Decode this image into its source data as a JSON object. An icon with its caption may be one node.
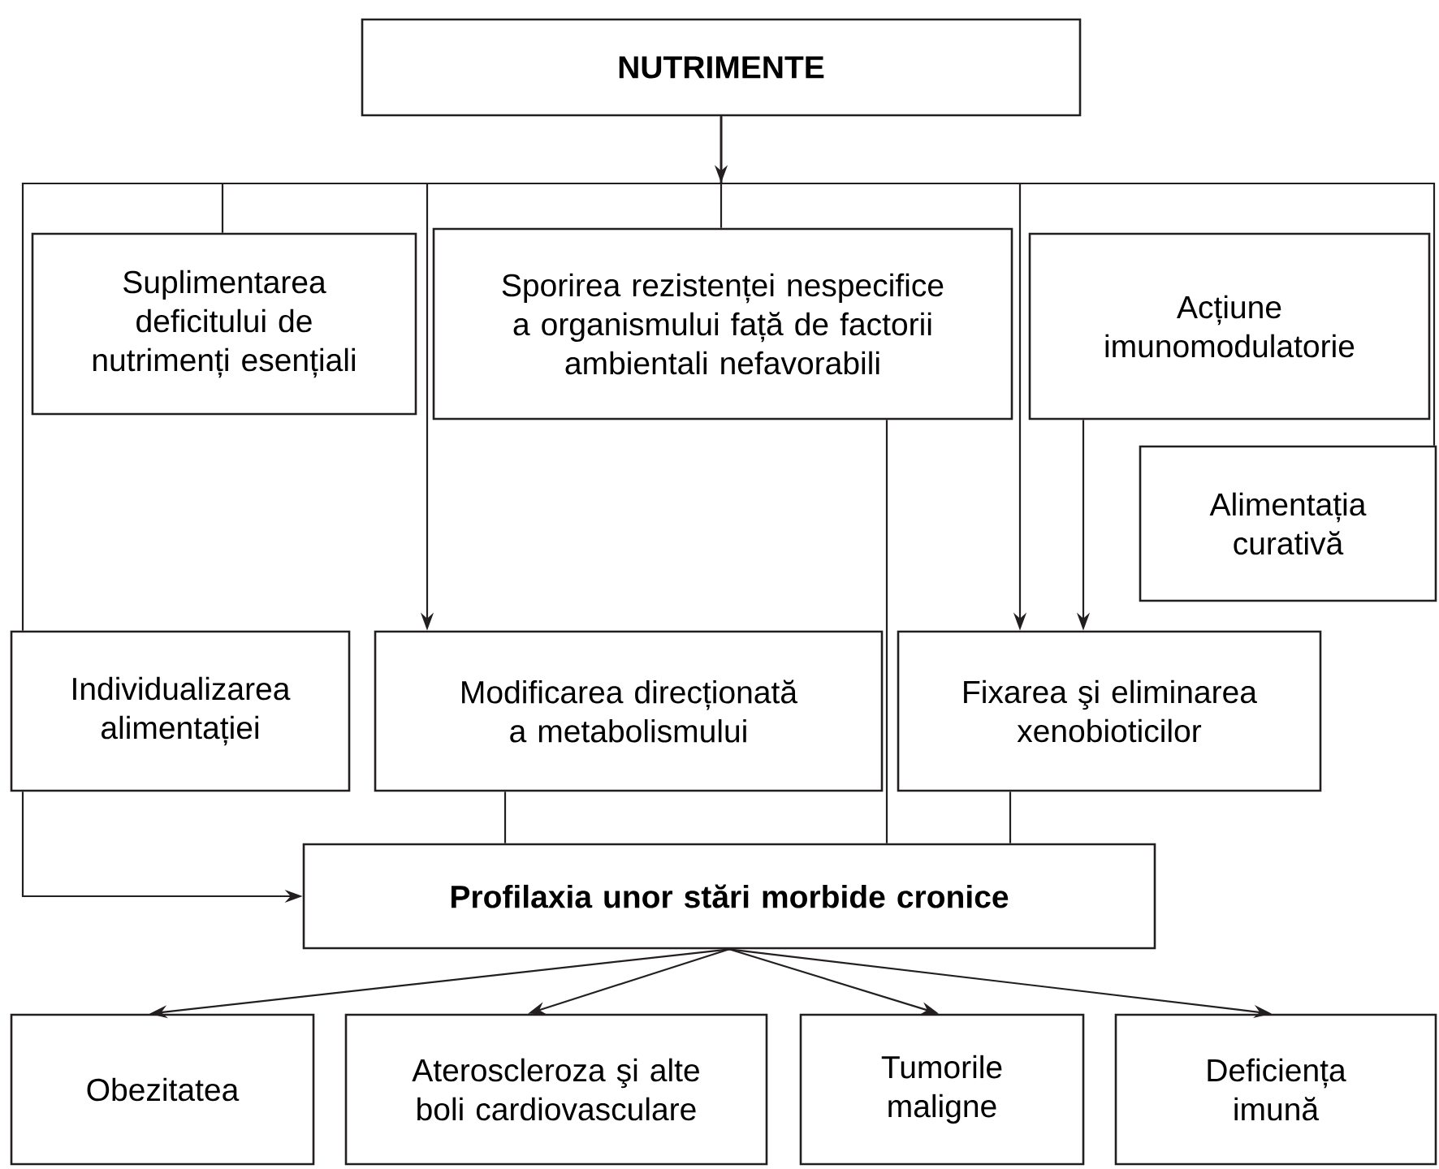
{
  "diagram": {
    "nodes": [
      {
        "text": [
          "NUTRIMENTE"
        ]
      },
      {
        "text": [
          "Suplimentarea deficitului de nutrimenți esențiali"
        ]
      },
      {
        "text": [
          "Sporirea rezistenței nespecifice a organismului față de factorii ambientali nefavorabili"
        ]
      },
      {
        "text": [
          "Acțiune imunomodulatorie"
        ]
      },
      {
        "text": [
          "Alimentația curativă"
        ]
      },
      {
        "text": [
          "Individualizarea alimentației"
        ]
      },
      {
        "text": [
          "Modificarea direcționată a metabolismului"
        ]
      },
      {
        "text": [
          "Fixarea şi eliminarea xenobioticilor"
        ]
      },
      {
        "text": [
          "Profilaxia unor stări morbide cronice"
        ]
      },
      {
        "text": [
          "Obezitatea"
        ]
      },
      {
        "text": [
          "Ateroscleroza şi alte boli cardiovasculare"
        ]
      },
      {
        "text": [
          "Tumorile maligne"
        ]
      },
      {
        "text": [
          "Deficiența imună"
        ]
      }
    ],
    "edges": [
      {
        "from": 0,
        "to": 1,
        "arrow": "none"
      },
      {
        "from": 0,
        "to": 2,
        "arrow": "none"
      },
      {
        "from": 0,
        "to": 4,
        "arrow": "none"
      },
      {
        "from": 0,
        "to": 5,
        "arrow": "none"
      },
      {
        "from": 0,
        "to": 6,
        "arrow": "to"
      },
      {
        "from": 0,
        "to": 7,
        "arrow": "to"
      },
      {
        "from": 3,
        "to": 7,
        "arrow": "to"
      },
      {
        "from": 5,
        "to": 8,
        "arrow": "to"
      },
      {
        "from": 6,
        "to": 8,
        "arrow": "none"
      },
      {
        "from": 2,
        "to": 8,
        "arrow": "none"
      },
      {
        "from": 7,
        "to": 8,
        "arrow": "none"
      },
      {
        "from": 8,
        "to": 9,
        "arrow": "to"
      },
      {
        "from": 8,
        "to": 10,
        "arrow": "to"
      },
      {
        "from": 8,
        "to": 11,
        "arrow": "to"
      },
      {
        "from": 8,
        "to": 12,
        "arrow": "to"
      }
    ]
  }
}
